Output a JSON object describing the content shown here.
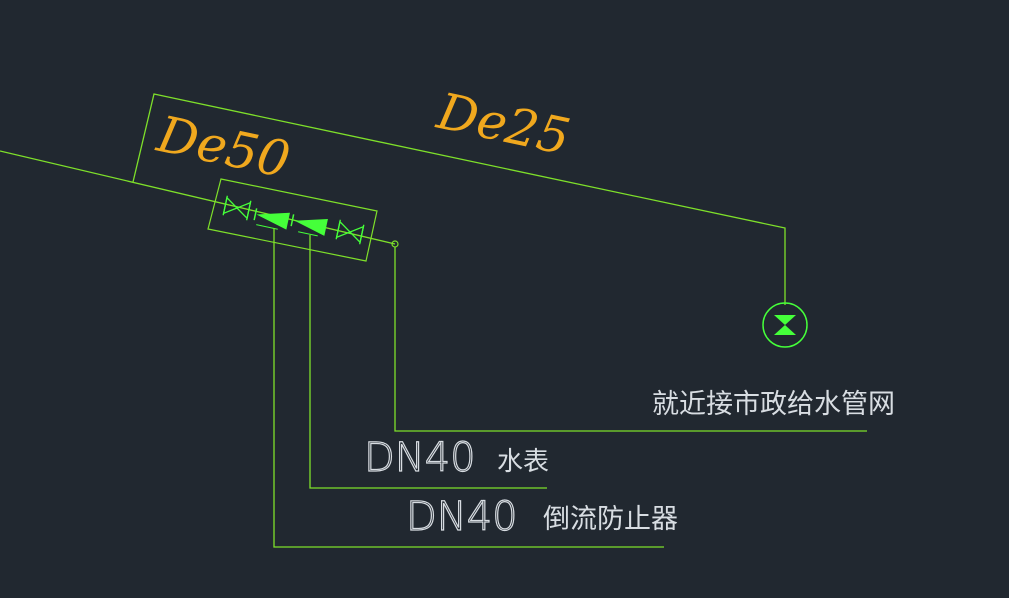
{
  "labels": {
    "pipe_large": "De50",
    "pipe_small": "De25",
    "municipal_note": "就近接市政给水管网",
    "meter_size": "DN40",
    "meter_name": "水表",
    "backflow_size": "DN40",
    "backflow_name": "倒流防止器"
  },
  "colors": {
    "background": "#212830",
    "line": "#7ee02a",
    "symbol": "#45ff3a",
    "pipe_label": "#f0a81e",
    "text": "#d8dde2"
  }
}
